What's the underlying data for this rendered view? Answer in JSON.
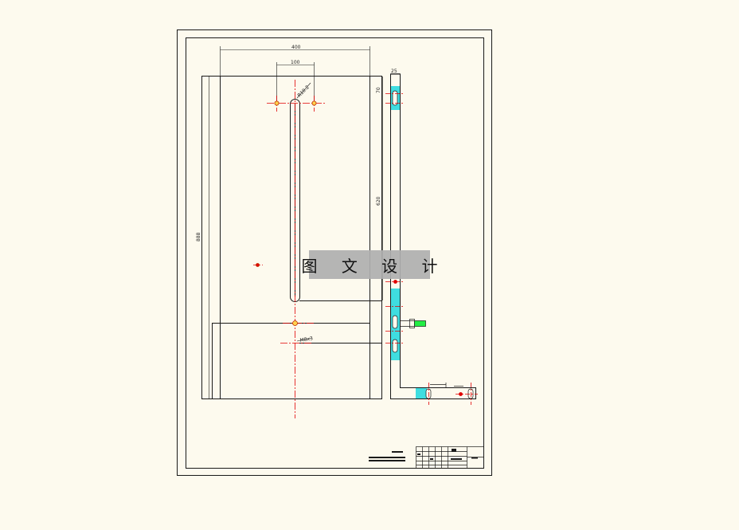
{
  "watermark": {
    "text": "图 文 设 计"
  },
  "dimensions": {
    "overall_width": "400",
    "slot_spacing": "100",
    "slot_callout": "R10.2",
    "top_offset": "70",
    "slot_length": "620",
    "overall_height": "888",
    "hole_callout": "M8x3",
    "side_thickness": "25"
  },
  "colors": {
    "line": "#1a1a1a",
    "centerline": "#e00000",
    "hole_fill": "#ffd24d",
    "section_hatch": "#3fdde0",
    "highlight": "#22ee44",
    "paper": "#fdfaee"
  }
}
